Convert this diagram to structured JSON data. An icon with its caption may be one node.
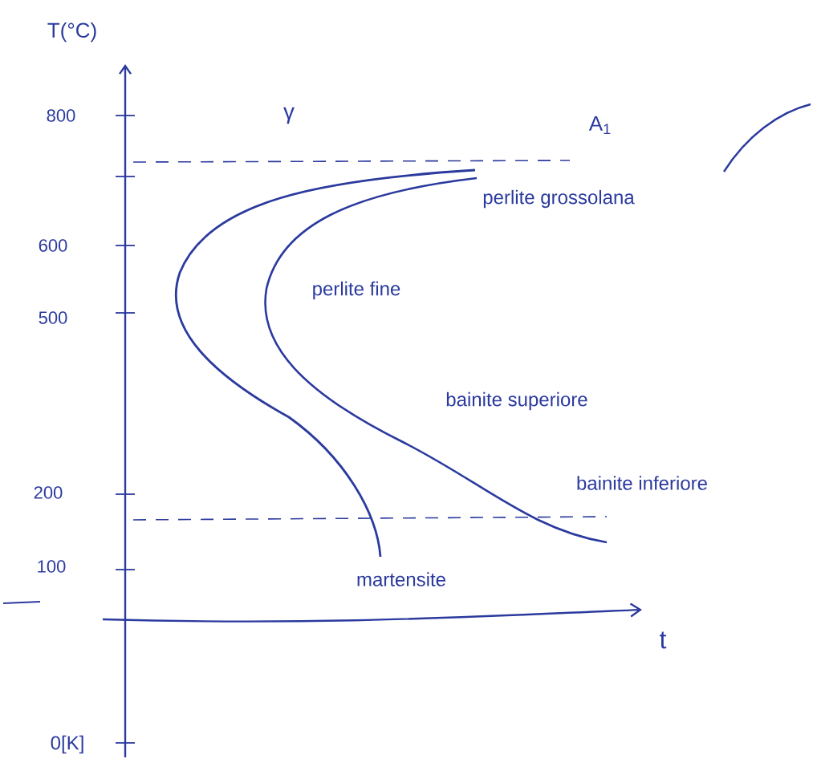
{
  "diagram": {
    "labels": [
      "T(°C)",
      "800",
      "γ",
      "A$_{1}$",
      "perlite grossolana",
      "600",
      "perlite fine",
      "500",
      "bainite superiore",
      "200",
      "bainite inferiore",
      "100",
      "martensite",
      "t",
      "0[K]"
    ]
  }
}
